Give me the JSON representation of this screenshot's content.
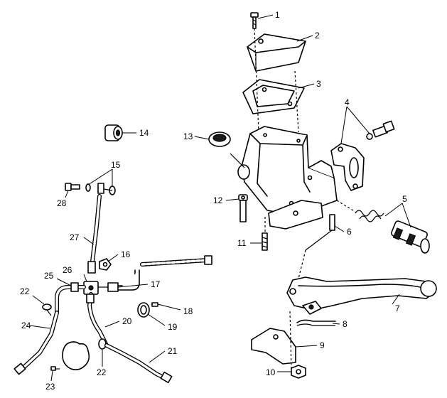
{
  "callouts": [
    {
      "id": "c1",
      "text": "1"
    },
    {
      "id": "c2",
      "text": "2"
    },
    {
      "id": "c3",
      "text": "3"
    },
    {
      "id": "c4",
      "text": "4"
    },
    {
      "id": "c5",
      "text": "5"
    },
    {
      "id": "c6",
      "text": "6"
    },
    {
      "id": "c7",
      "text": "7"
    },
    {
      "id": "c8",
      "text": "8"
    },
    {
      "id": "c9",
      "text": "9"
    },
    {
      "id": "c10",
      "text": "10"
    },
    {
      "id": "c11",
      "text": "11"
    },
    {
      "id": "c12",
      "text": "12"
    },
    {
      "id": "c13",
      "text": "13"
    },
    {
      "id": "c14",
      "text": "14"
    },
    {
      "id": "c15",
      "text": "15"
    },
    {
      "id": "c16",
      "text": "16"
    },
    {
      "id": "c17",
      "text": "17"
    },
    {
      "id": "c18",
      "text": "18"
    },
    {
      "id": "c19",
      "text": "19"
    },
    {
      "id": "c20",
      "text": "20"
    },
    {
      "id": "c21",
      "text": "21"
    },
    {
      "id": "c22a",
      "text": "22"
    },
    {
      "id": "c22b",
      "text": "22"
    },
    {
      "id": "c23",
      "text": "23"
    },
    {
      "id": "c24",
      "text": "24"
    },
    {
      "id": "c25",
      "text": "25"
    },
    {
      "id": "c26",
      "text": "26"
    },
    {
      "id": "c27",
      "text": "27"
    },
    {
      "id": "c28",
      "text": "28"
    }
  ]
}
